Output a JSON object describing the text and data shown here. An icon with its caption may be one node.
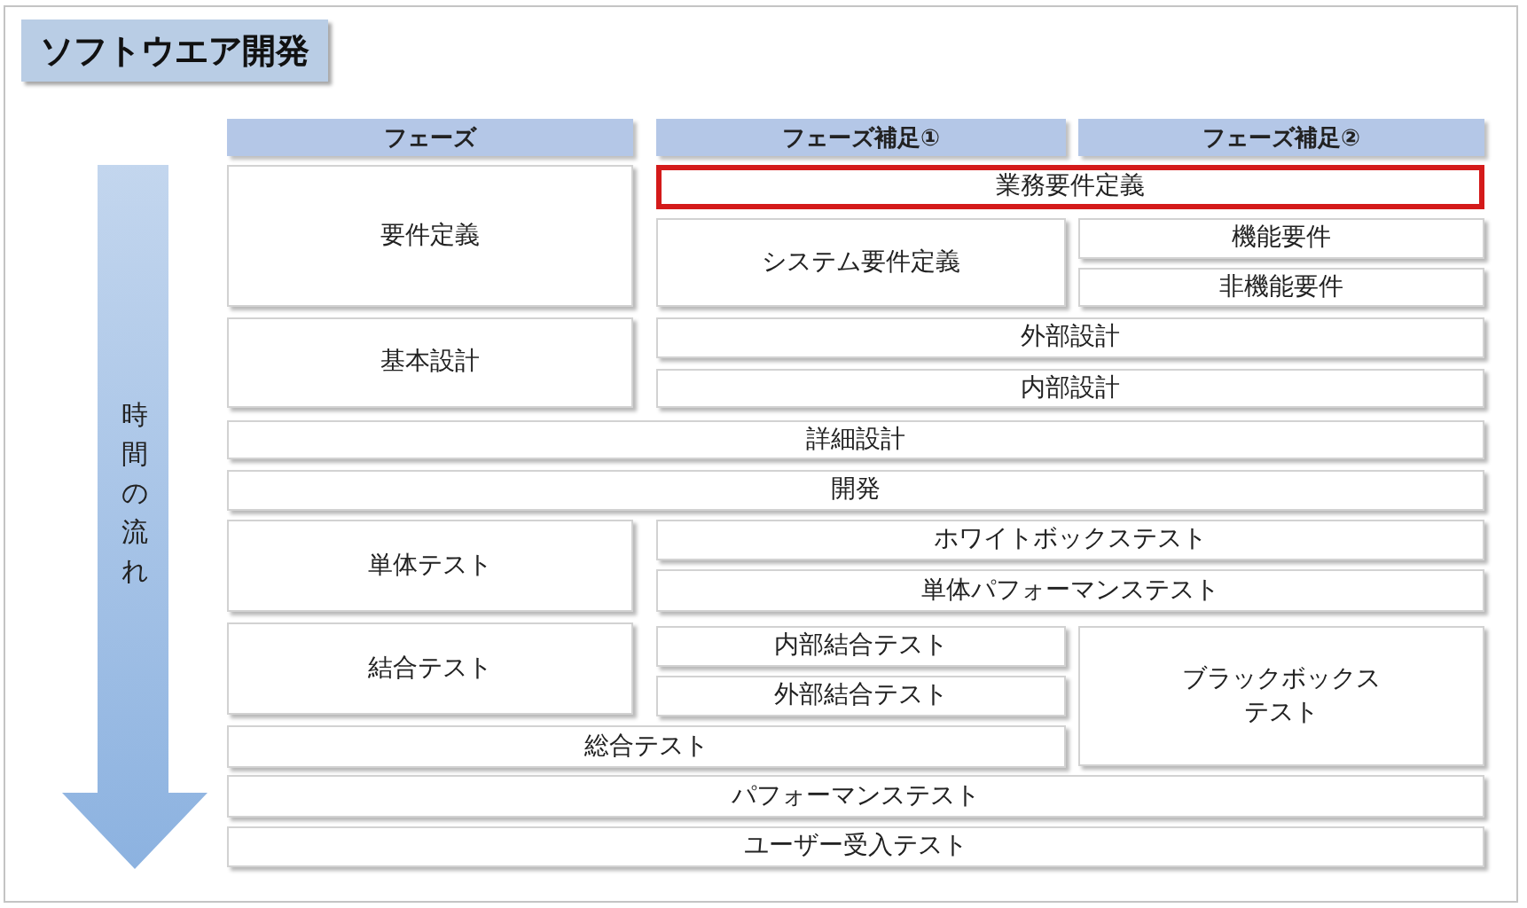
{
  "diagram": {
    "title": "ソフトウエア開発",
    "nodes": [
      {
        "text": [
          "フェーズ"
        ]
      },
      {
        "text": [
          "フェーズ補足①"
        ]
      },
      {
        "text": [
          "フェーズ補足②"
        ]
      },
      {
        "text": [
          "時間の流れ"
        ]
      },
      {
        "text": [
          "要件定義"
        ]
      },
      {
        "text": [
          "業務要件定義"
        ]
      },
      {
        "text": [
          "システム要件定義"
        ]
      },
      {
        "text": [
          "機能要件"
        ]
      },
      {
        "text": [
          "非機能要件"
        ]
      },
      {
        "text": [
          "基本設計"
        ]
      },
      {
        "text": [
          "外部設計"
        ]
      },
      {
        "text": [
          "内部設計"
        ]
      },
      {
        "text": [
          "詳細設計"
        ]
      },
      {
        "text": [
          "開発"
        ]
      },
      {
        "text": [
          "単体テスト"
        ]
      },
      {
        "text": [
          "ホワイトボックステスト"
        ]
      },
      {
        "text": [
          "単体パフォーマンステスト"
        ]
      },
      {
        "text": [
          "結合テスト"
        ]
      },
      {
        "text": [
          "内部結合テスト"
        ]
      },
      {
        "text": [
          "ブラックボックステスト"
        ]
      },
      {
        "text": [
          "外部結合テスト"
        ]
      },
      {
        "text": [
          "総合テスト"
        ]
      },
      {
        "text": [
          "パフォーマンステスト"
        ]
      },
      {
        "text": [
          "ユーザー受入テスト"
        ]
      }
    ]
  }
}
